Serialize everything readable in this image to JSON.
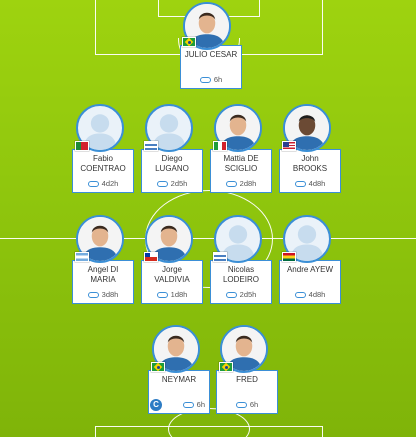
{
  "players": {
    "cesar": {
      "name1": "JULIO CESAR",
      "name2": "",
      "time": "6h",
      "flag": "brazil"
    },
    "coentrao": {
      "name1": "Fabio",
      "name2": "COENTRAO",
      "time": "4d2h",
      "flag": "portugal"
    },
    "lugano": {
      "name1": "Diego",
      "name2": "LUGANO",
      "time": "2d5h",
      "flag": "uruguay"
    },
    "sciglio": {
      "name1": "Mattia DE",
      "name2": "SCIGLIO",
      "time": "2d8h",
      "flag": "italy"
    },
    "brooks": {
      "name1": "John",
      "name2": "BROOKS",
      "time": "4d8h",
      "flag": "usa"
    },
    "dimaria": {
      "name1": "Angel DI",
      "name2": "MARIA",
      "time": "3d8h",
      "flag": "argentina"
    },
    "valdivia": {
      "name1": "Jorge",
      "name2": "VALDIVIA",
      "time": "1d8h",
      "flag": "chile"
    },
    "lodeiro": {
      "name1": "Nicolas",
      "name2": "LODEIRO",
      "time": "2d5h",
      "flag": "uruguay"
    },
    "ayew": {
      "name1": "Andre AYEW",
      "name2": "",
      "time": "4d8h",
      "flag": "ghana"
    },
    "neymar": {
      "name1": "NEYMAR",
      "name2": "",
      "time": "6h",
      "flag": "brazil",
      "captain": "C"
    },
    "fred": {
      "name1": "FRED",
      "name2": "",
      "time": "6h",
      "flag": "brazil"
    }
  },
  "colors": {
    "pitch_top": "#9ed30f",
    "pitch_bottom": "#7fb409",
    "card_border": "#3b8fd6",
    "captain_badge": "#2d7cc4"
  }
}
